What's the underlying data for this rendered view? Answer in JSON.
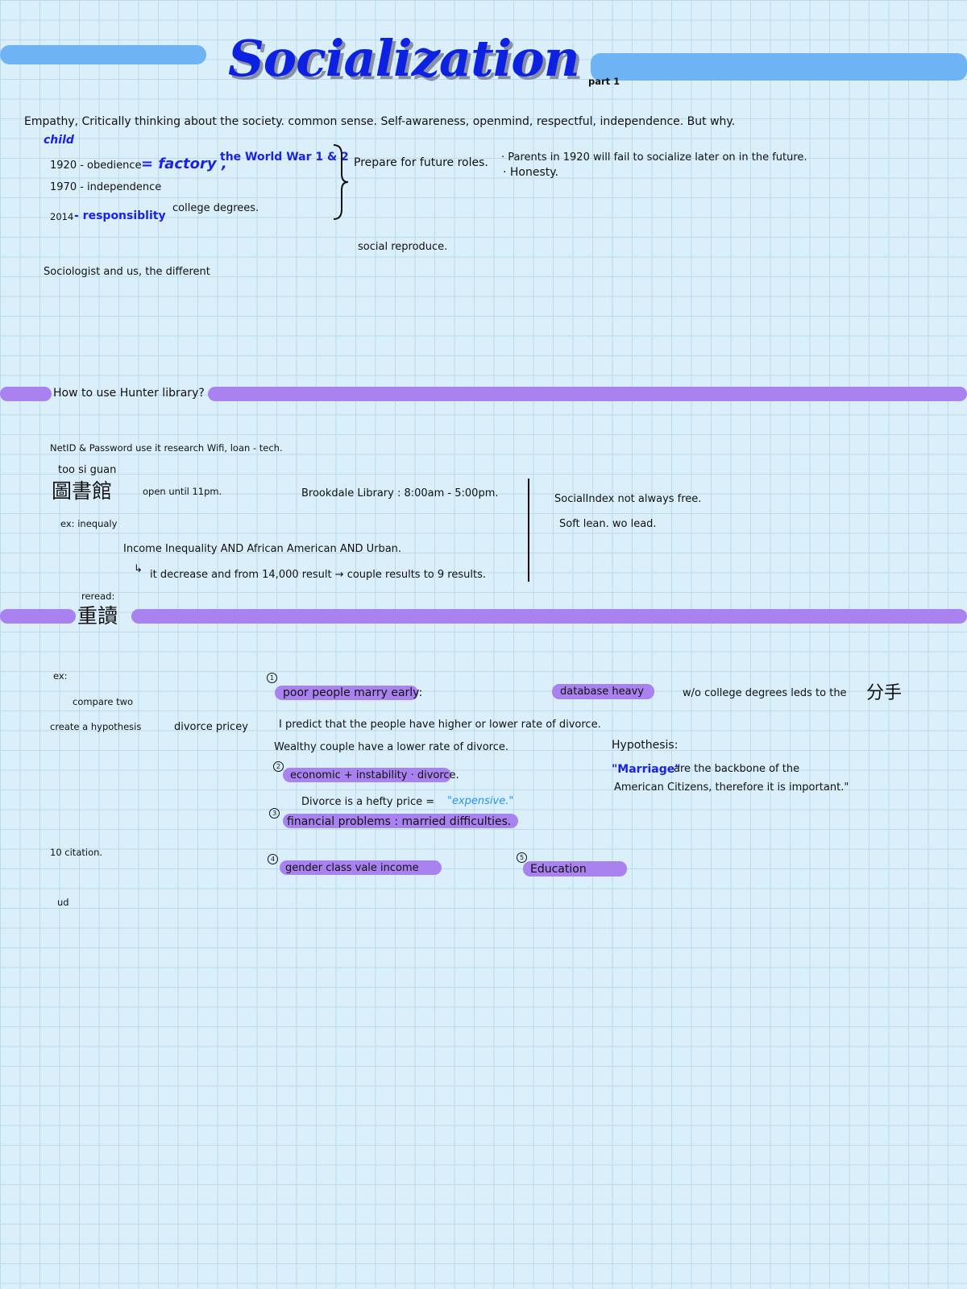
{
  "header": {
    "title": "Socialization",
    "part": "part 1"
  },
  "intro": {
    "line": "Empathy,  Critically thinking about the society. common  sense. Self-awareness, openmind, respectful, independence. But why.",
    "child": "child"
  },
  "timeline": {
    "t1920": "1920 - obedience",
    "factory": "= factory ,",
    "war": "the World War 1 & 2",
    "t1970": "1970 -  independence",
    "t2014": "2014",
    "responsibility": "- responsiblity",
    "college": "college degrees.",
    "prepare": "Prepare for future roles.",
    "parents": "·  Parents in 1920 will fail to socialize later on in the future.",
    "honesty": "· Honesty.",
    "social_reproduce": "social reproduce.",
    "sociologist": "Sociologist and us, the different"
  },
  "library": {
    "heading": "How to use Hunter library?",
    "netid": "NetID & Password  use it  research  Wifi, loan - tech.",
    "pinyin": "too si guan",
    "chinese": "圖書館",
    "open": "open until  11pm.",
    "brookdale": "Brookdale  Library : 8:00am -  5:00pm.",
    "example": "ex:  inequaly",
    "income": "Income  Inequality AND African American AND Urban.",
    "arrow": "↳",
    "decrease": "it decrease  and  from  14,000 result → couple results  to  9 results.",
    "social_index": "SocialIndex  not  always  free.",
    "soft_lean": "Soft lean. wo lead.",
    "reread_label": "reread:",
    "reread_chinese": "重讀"
  },
  "hypothesis_section": {
    "ex": "ex:",
    "compare": "compare two",
    "create": "create a hypothesis",
    "divorce_pricey": "divorce pricey",
    "n1": "1",
    "poor": "poor people marry early:",
    "database": "database  heavy",
    "wo_college": "w/o college  degrees  leds  to the",
    "breakup": "分手",
    "predict": "I predict that the  people have higher or  lower  rate of  divorce.",
    "wealthy": "Wealthy couple  have  a lower   rate of divorce.",
    "n2": "2",
    "economic": "economic + instability · divorce.",
    "hypothesis_label": "Hypothesis:",
    "marriage": "\"Marriage\"",
    "backbone": "are the backbone  of the",
    "american": "American  Citizens, therefore  it is  important.\"",
    "hefty": "Divorce  is  a  hefty  price  =",
    "expensive": "\"expensive.\"",
    "n3": "3",
    "financial": "financial problems :  married  difficulties.",
    "citation": "10  citation.",
    "n4": "4",
    "gender": "gender  class  vale  income",
    "n5": "5",
    "education": "Education",
    "ud": "ud"
  }
}
